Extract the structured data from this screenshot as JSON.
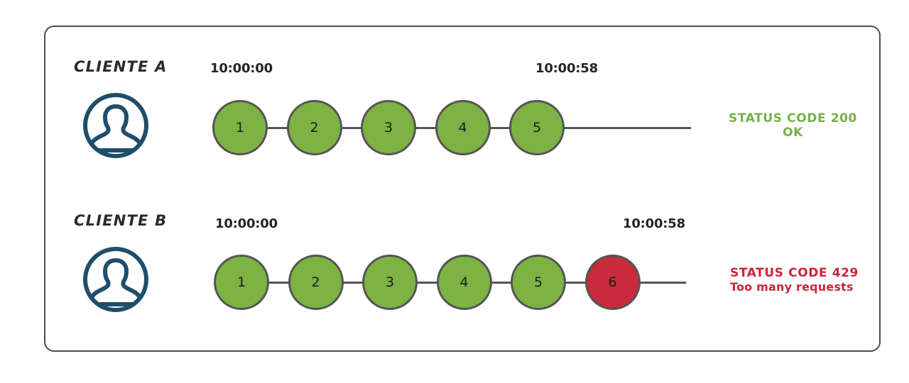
{
  "diagram": {
    "title": "Rate limiting request chain",
    "colors": {
      "frame_stroke": "#4d4d4d",
      "node_ok": "#7cb342",
      "node_error": "#c92b3c",
      "node_stroke": "#555555",
      "avatar": "#1f4e6b",
      "status_ok_text": "#74b247",
      "status_error_text": "#c9263b",
      "label_text": "#2b2b2b"
    }
  },
  "rows": [
    {
      "client_label": "CLIENTE A",
      "avatar_icon": "user-avatar-icon",
      "time_start": "10:00:00",
      "time_end": "10:00:58",
      "nodes": [
        {
          "number": "1",
          "state": "ok"
        },
        {
          "number": "2",
          "state": "ok"
        },
        {
          "number": "3",
          "state": "ok"
        },
        {
          "number": "4",
          "state": "ok"
        },
        {
          "number": "5",
          "state": "ok"
        }
      ],
      "status": {
        "line1": "STATUS CODE 200",
        "line2": "OK"
      }
    },
    {
      "client_label": "CLIENTE B",
      "avatar_icon": "user-avatar-icon",
      "time_start": "10:00:00",
      "time_end": "10:00:58",
      "nodes": [
        {
          "number": "1",
          "state": "ok"
        },
        {
          "number": "2",
          "state": "ok"
        },
        {
          "number": "3",
          "state": "ok"
        },
        {
          "number": "4",
          "state": "ok"
        },
        {
          "number": "5",
          "state": "ok"
        },
        {
          "number": "6",
          "state": "error"
        }
      ],
      "status": {
        "line1": "STATUS CODE 429",
        "line2": "Too many requests"
      }
    }
  ]
}
